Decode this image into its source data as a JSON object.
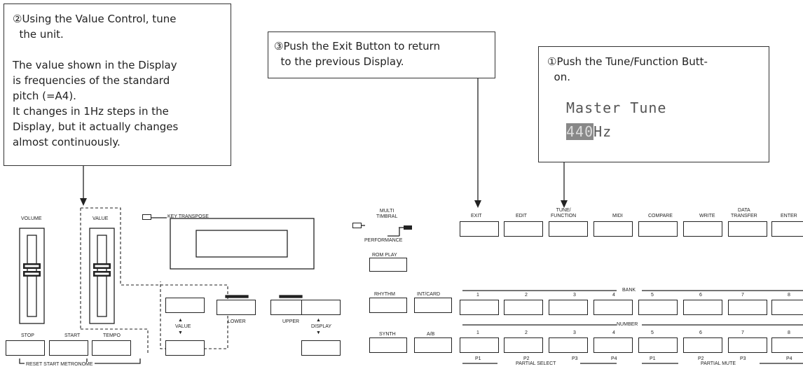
{
  "callouts": {
    "value_control": {
      "heading": "②Using the Value Control, tune\n  the unit.",
      "body": "The value shown in the Display\nis frequencies of the standard\npitch (=A4).\nIt changes in 1Hz steps in the\nDisplay, but it actually changes\nalmost continuously."
    },
    "exit": {
      "text": "③Push the Exit Button to return\n  to the previous Display."
    },
    "tune_function": {
      "heading": "①Push the Tune/Function Butt-\n  on.",
      "display_line1": "Master Tune",
      "display_value": "440",
      "display_unit": "Hz"
    }
  },
  "panel": {
    "volume": "VOLUME",
    "value": "VALUE",
    "key_transpose": "KEY TRANSPOSE",
    "multi_timbral": "MULTI\nTIMBRAL",
    "performance": "PERFORMANCE",
    "rom_play": "ROM PLAY",
    "rhythm": "RHYTHM",
    "int_card": "INT/CARD",
    "synth": "SYNTH",
    "ab": "A/B",
    "lower": "LOWER",
    "upper": "UPPER",
    "value_arrow": "VALUE",
    "display_arrow": "DISPLAY",
    "stop": "STOP",
    "start": "START",
    "tempo": "TEMPO",
    "reset_start_metronome": "RESET START  METRONOME",
    "top_buttons": [
      "EXIT",
      "EDIT",
      "TUNE/\nFUNCTION",
      "MIDI",
      "COMPARE",
      "WRITE",
      "DATA\nTRANSFER",
      "ENTER"
    ],
    "bank": "BANK",
    "bank_numbers": [
      "1",
      "2",
      "3",
      "4",
      "5",
      "6",
      "7",
      "8"
    ],
    "number": "NUMBER",
    "number_numbers": [
      "1",
      "2",
      "3",
      "4",
      "5",
      "6",
      "7",
      "8"
    ],
    "partial_labels": [
      "P1",
      "P2",
      "P3",
      "P4",
      "P1",
      "P2",
      "P3",
      "P4"
    ],
    "partial_select": "PARTIAL SELECT",
    "partial_mute": "PARTIAL MUTE"
  }
}
